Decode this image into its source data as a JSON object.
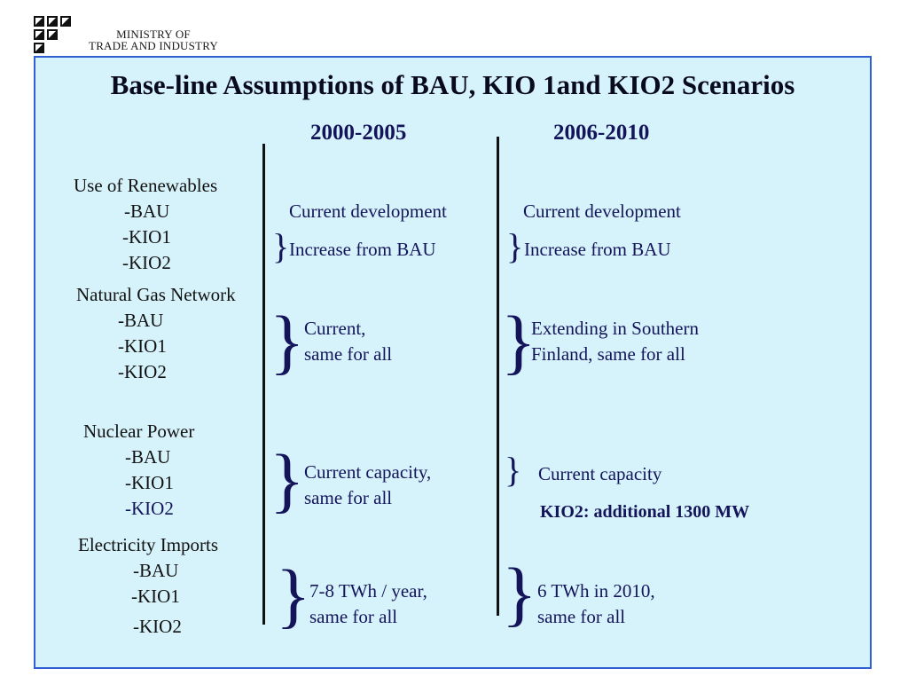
{
  "header": {
    "logo_icon": "ministry-logo-icon",
    "ministry_line1": "MINISTRY OF",
    "ministry_line2": "TRADE AND INDUSTRY"
  },
  "title": "Base-line Assumptions of BAU, KIO 1and KIO2 Scenarios",
  "periods": [
    "2000-2005",
    "2006-2010"
  ],
  "rows": [
    {
      "label": "Use of Renewables",
      "scenarios": [
        "-BAU",
        "-KIO1",
        "-KIO2"
      ],
      "p1_bau": "Current development",
      "p1_kio": "Increase from BAU",
      "p2_bau": "Current development",
      "p2_kio": "Increase from BAU"
    },
    {
      "label": "Natural Gas Network",
      "scenarios": [
        "-BAU",
        "-KIO1",
        "-KIO2"
      ],
      "p1": [
        "Current,",
        "same for all"
      ],
      "p2": [
        "Extending in Southern",
        "Finland, same for all"
      ]
    },
    {
      "label": "Nuclear Power",
      "scenarios": [
        "-BAU",
        "-KIO1",
        "-KIO2"
      ],
      "p1": [
        "Current capacity,",
        "same for all"
      ],
      "p2": "Current capacity",
      "p2_kio2": "KIO2: additional 1300 MW"
    },
    {
      "label": "Electricity Imports",
      "scenarios": [
        "-BAU",
        "-KIO1",
        "-KIO2"
      ],
      "p1": [
        "7-8 TWh / year,",
        "same for all"
      ],
      "p2": [
        "6 TWh in 2010,",
        "same for all"
      ]
    }
  ]
}
